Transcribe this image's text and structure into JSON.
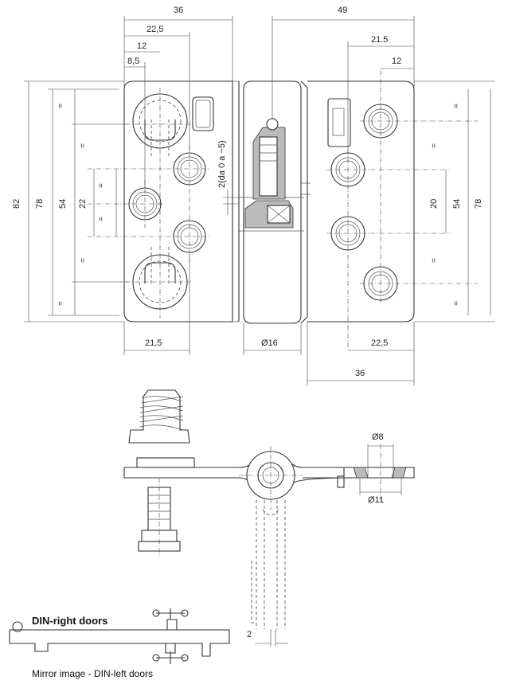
{
  "dimensions": {
    "top_left_width": "36",
    "top_right_width": "49",
    "left_22_5": "22,5",
    "left_12": "12",
    "left_8_5": "8,5",
    "right_21_5": "21.5",
    "right_12": "12",
    "overall_height_82": "82",
    "left_height_78": "78",
    "left_height_54": "54",
    "left_height_22": "22",
    "adjust_range": "2(da 0 a ~5)",
    "right_height_20": "20",
    "right_height_54": "54",
    "right_height_78": "78",
    "bottom_left_21_5": "21,5",
    "pin_diameter": "Ø16",
    "bottom_right_22_5": "22,5",
    "bottom_right_36": "36",
    "hole_d8": "Ø8",
    "hole_d11": "Ø11",
    "gap_2": "2",
    "equal_mark": "="
  },
  "notes": {
    "din_right": "DIN-right doors",
    "mirror": "Mirror image - DIN-left doors"
  }
}
